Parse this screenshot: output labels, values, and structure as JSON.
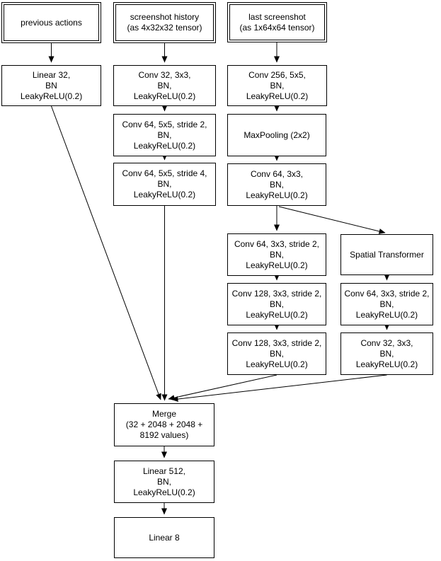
{
  "diagram": {
    "type": "neural-network-architecture-flowchart",
    "background_color": "#ffffff",
    "box_border_color": "#000000",
    "text_color": "#000000"
  },
  "nodes": [
    {
      "id": "previous-actions",
      "label": "previous actions",
      "shape": "double-rect"
    },
    {
      "id": "screenshot-history",
      "label": "screenshot history\n(as 4x32x32 tensor)",
      "shape": "double-rect"
    },
    {
      "id": "last-screenshot",
      "label": "last screenshot\n(as 1x64x64 tensor)",
      "shape": "double-rect"
    },
    {
      "id": "linear-32",
      "label": "Linear 32,\nBN\nLeakyReLU(0.2)",
      "shape": "rect"
    },
    {
      "id": "conv-32-3x3",
      "label": "Conv 32, 3x3,\nBN,\nLeakyReLU(0.2)",
      "shape": "rect"
    },
    {
      "id": "conv-256-5x5",
      "label": "Conv 256, 5x5,\nBN,\nLeakyReLU(0.2)",
      "shape": "rect"
    },
    {
      "id": "conv-64-5x5-stride2",
      "label": "Conv 64, 5x5, stride 2,\nBN,\nLeakyReLU(0.2)",
      "shape": "rect"
    },
    {
      "id": "maxpooling-2x2",
      "label": "MaxPooling (2x2)",
      "shape": "rect"
    },
    {
      "id": "conv-64-5x5-stride4",
      "label": "Conv 64, 5x5, stride 4,\nBN,\nLeakyReLU(0.2)",
      "shape": "rect"
    },
    {
      "id": "conv-64-3x3",
      "label": "Conv 64, 3x3,\nBN,\nLeakyReLU(0.2)",
      "shape": "rect"
    },
    {
      "id": "conv-64-3x3-stride2-main",
      "label": "Conv 64, 3x3, stride 2,\nBN,\nLeakyReLU(0.2)",
      "shape": "rect"
    },
    {
      "id": "spatial-transformer",
      "label": "Spatial Transformer",
      "shape": "rect"
    },
    {
      "id": "conv-128-3x3-stride2-1",
      "label": "Conv 128, 3x3, stride 2,\nBN,\nLeakyReLU(0.2)",
      "shape": "rect"
    },
    {
      "id": "conv-64-3x3-stride2-st",
      "label": "Conv 64, 3x3, stride 2,\nBN,\nLeakyReLU(0.2)",
      "shape": "rect"
    },
    {
      "id": "conv-128-3x3-stride2-2",
      "label": "Conv 128, 3x3, stride 2,\nBN,\nLeakyReLU(0.2)",
      "shape": "rect"
    },
    {
      "id": "conv-32-3x3-st",
      "label": "Conv 32, 3x3,\nBN,\nLeakyReLU(0.2)",
      "shape": "rect"
    },
    {
      "id": "merge",
      "label": "Merge\n(32 + 2048 + 2048 +\n8192 values)",
      "shape": "rect"
    },
    {
      "id": "linear-512",
      "label": "Linear 512,\nBN,\nLeakyReLU(0.2)",
      "shape": "rect"
    },
    {
      "id": "linear-8",
      "label": "Linear 8",
      "shape": "rect"
    }
  ],
  "edges": [
    {
      "from": "previous-actions",
      "to": "linear-32"
    },
    {
      "from": "screenshot-history",
      "to": "conv-32-3x3"
    },
    {
      "from": "last-screenshot",
      "to": "conv-256-5x5"
    },
    {
      "from": "conv-32-3x3",
      "to": "conv-64-5x5-stride2"
    },
    {
      "from": "conv-256-5x5",
      "to": "maxpooling-2x2"
    },
    {
      "from": "conv-64-5x5-stride2",
      "to": "conv-64-5x5-stride4"
    },
    {
      "from": "maxpooling-2x2",
      "to": "conv-64-3x3"
    },
    {
      "from": "conv-64-3x3",
      "to": "conv-64-3x3-stride2-main"
    },
    {
      "from": "conv-64-3x3",
      "to": "spatial-transformer"
    },
    {
      "from": "conv-64-3x3-stride2-main",
      "to": "conv-128-3x3-stride2-1"
    },
    {
      "from": "spatial-transformer",
      "to": "conv-64-3x3-stride2-st"
    },
    {
      "from": "conv-128-3x3-stride2-1",
      "to": "conv-128-3x3-stride2-2"
    },
    {
      "from": "conv-64-3x3-stride2-st",
      "to": "conv-32-3x3-st"
    },
    {
      "from": "linear-32",
      "to": "merge"
    },
    {
      "from": "conv-64-5x5-stride4",
      "to": "merge"
    },
    {
      "from": "conv-128-3x3-stride2-2",
      "to": "merge"
    },
    {
      "from": "conv-32-3x3-st",
      "to": "merge"
    },
    {
      "from": "merge",
      "to": "linear-512"
    },
    {
      "from": "linear-512",
      "to": "linear-8"
    }
  ]
}
